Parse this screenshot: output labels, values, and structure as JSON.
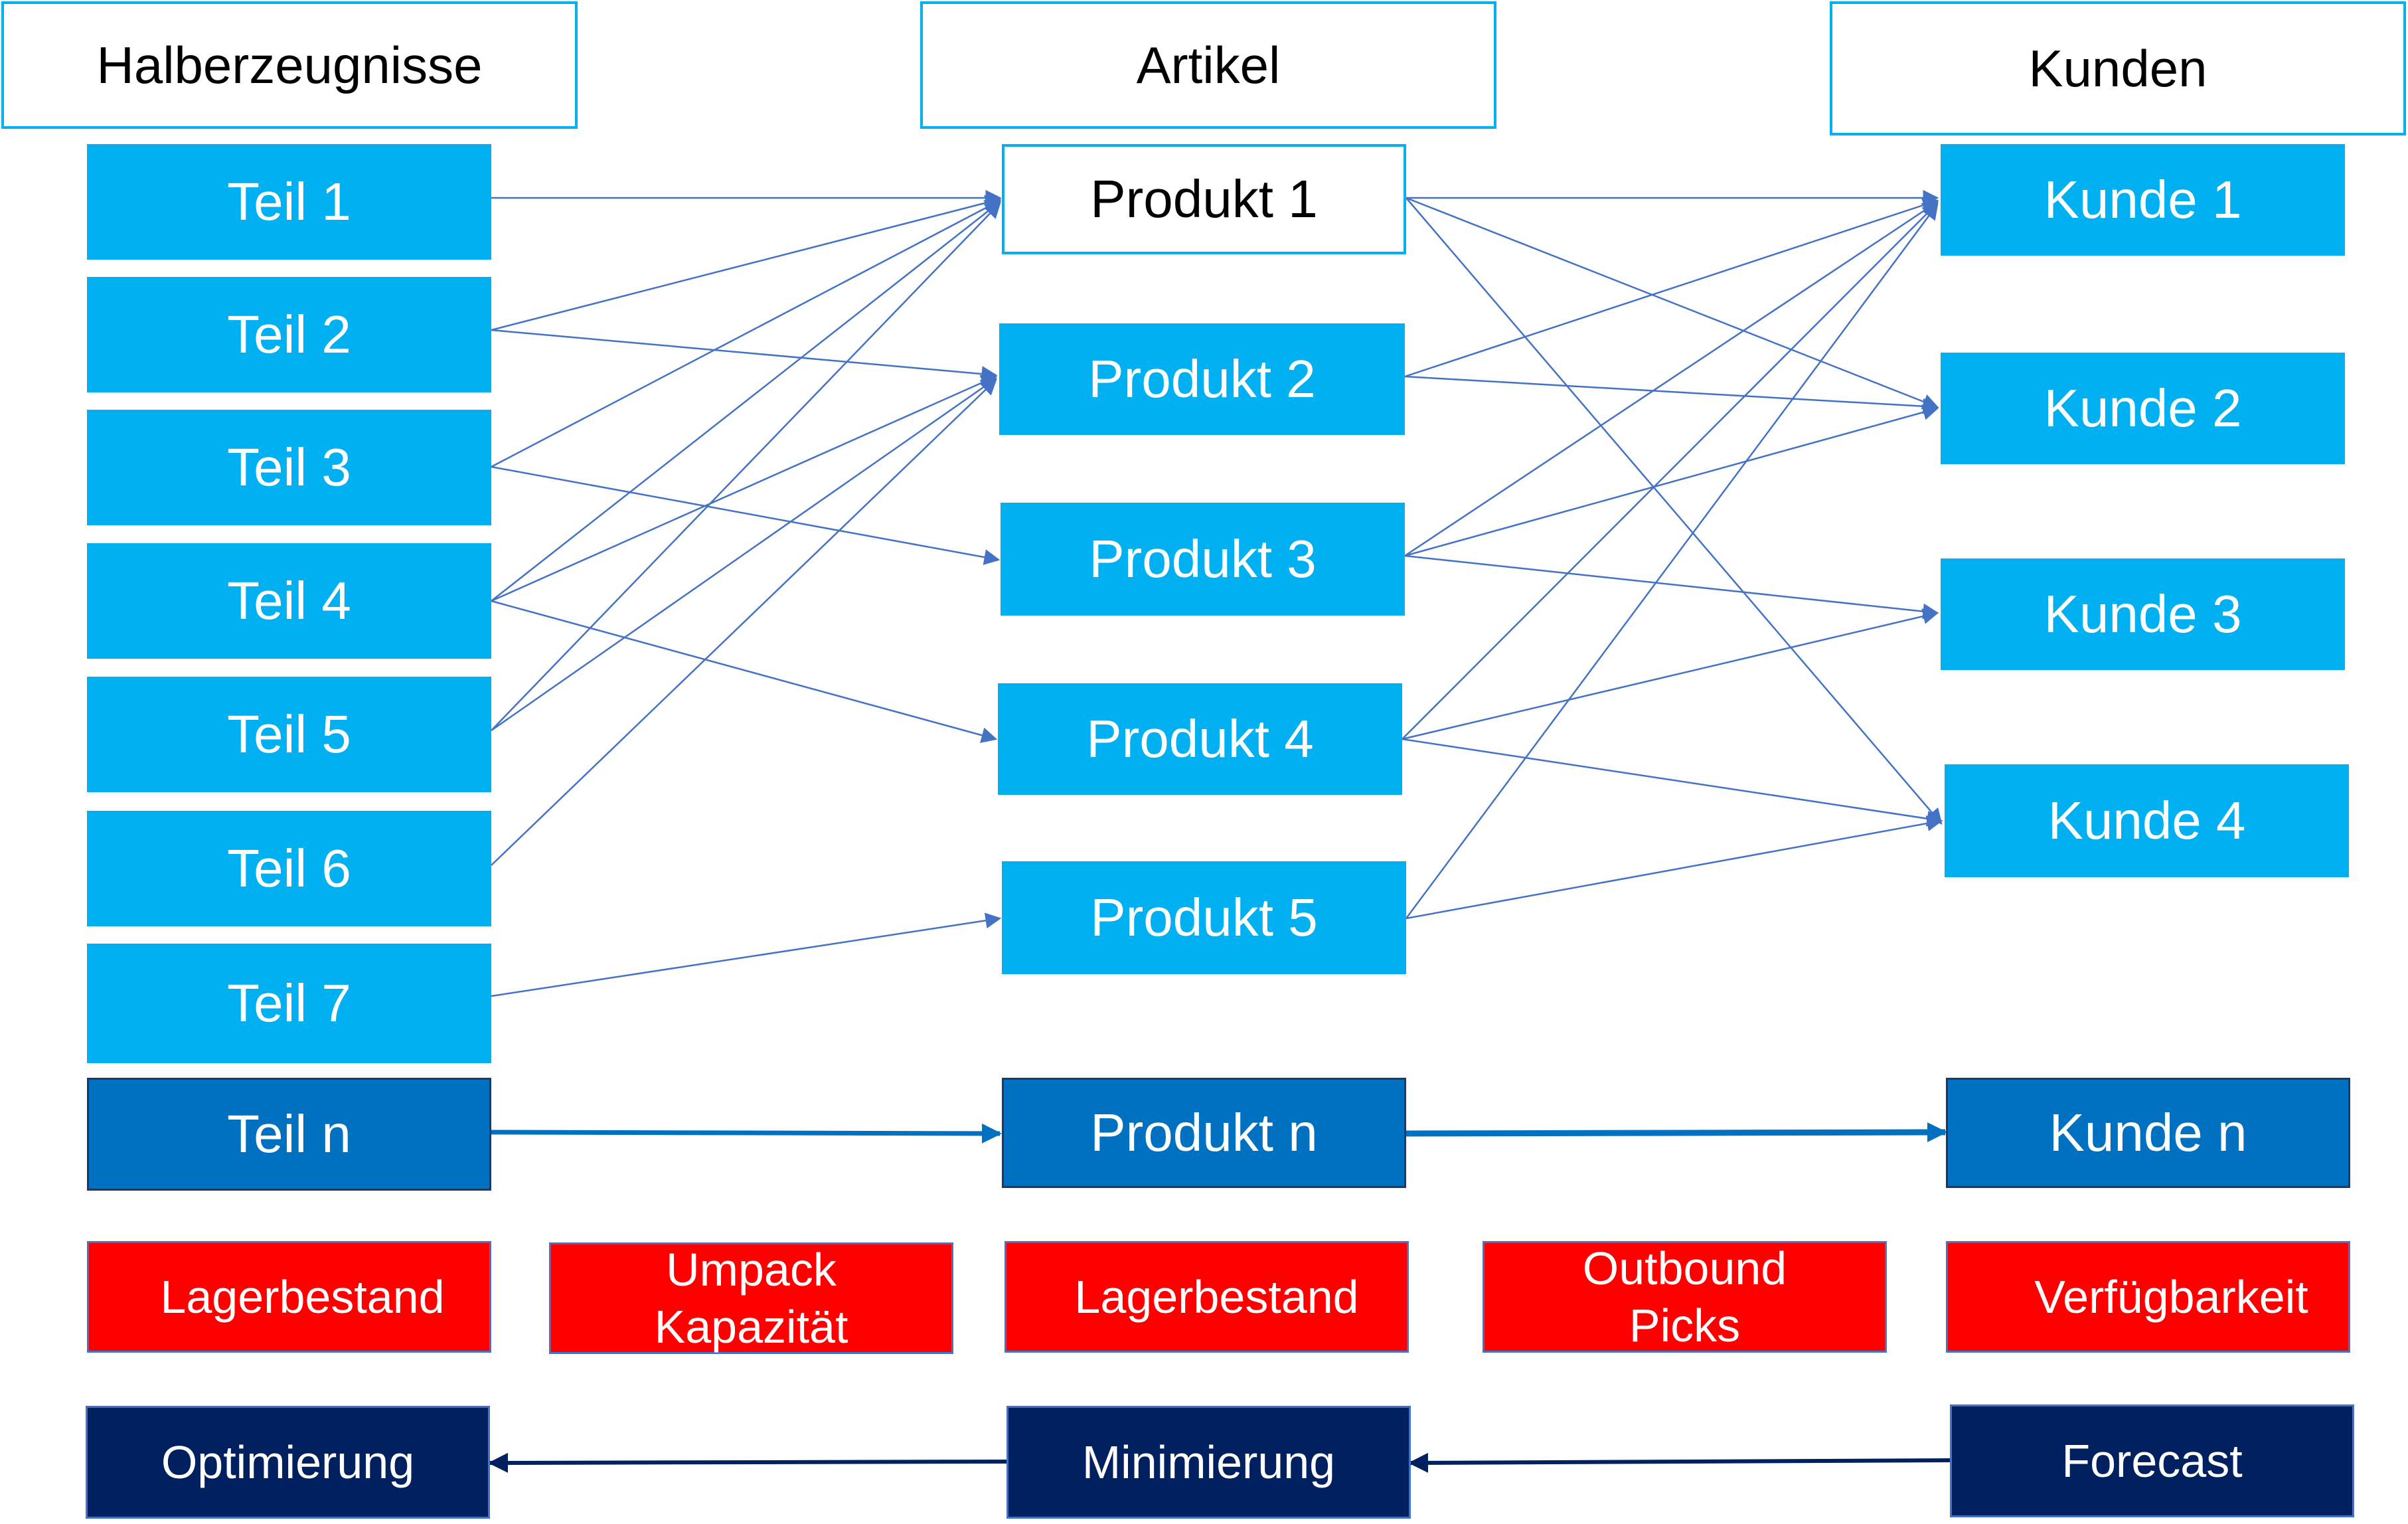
{
  "headers": {
    "halberzeugnisse": "Halberzeugnisse",
    "artikel": "Artikel",
    "kunden": "Kunden"
  },
  "teile": [
    "Teil 1",
    "Teil 2",
    "Teil 3",
    "Teil 4",
    "Teil 5",
    "Teil 6",
    "Teil 7",
    "Teil n"
  ],
  "produkte": [
    "Produkt 1",
    "Produkt 2",
    "Produkt 3",
    "Produkt 4",
    "Produkt 5",
    "Produkt n"
  ],
  "kunden": [
    "Kunde 1",
    "Kunde 2",
    "Kunde 3",
    "Kunde 4",
    "Kunde n"
  ],
  "constraints": {
    "lagerbestand_1": "Lagerbestand",
    "umpack_line1": "Umpack",
    "umpack_line2": "Kapazität",
    "lagerbestand_2": "Lagerbestand",
    "outbound_line1": "Outbound",
    "outbound_line2": "Picks",
    "verfuegbarkeit": "Verfügbarkeit"
  },
  "methods": {
    "optimierung": "Optimierung",
    "minimierung": "Minimierung",
    "forecast": "Forecast"
  },
  "colors": {
    "light_blue": "#00b0f0",
    "mid_blue": "#0070c0",
    "navy": "#002060",
    "red": "#ff0000",
    "link_line": "#4472c4"
  }
}
